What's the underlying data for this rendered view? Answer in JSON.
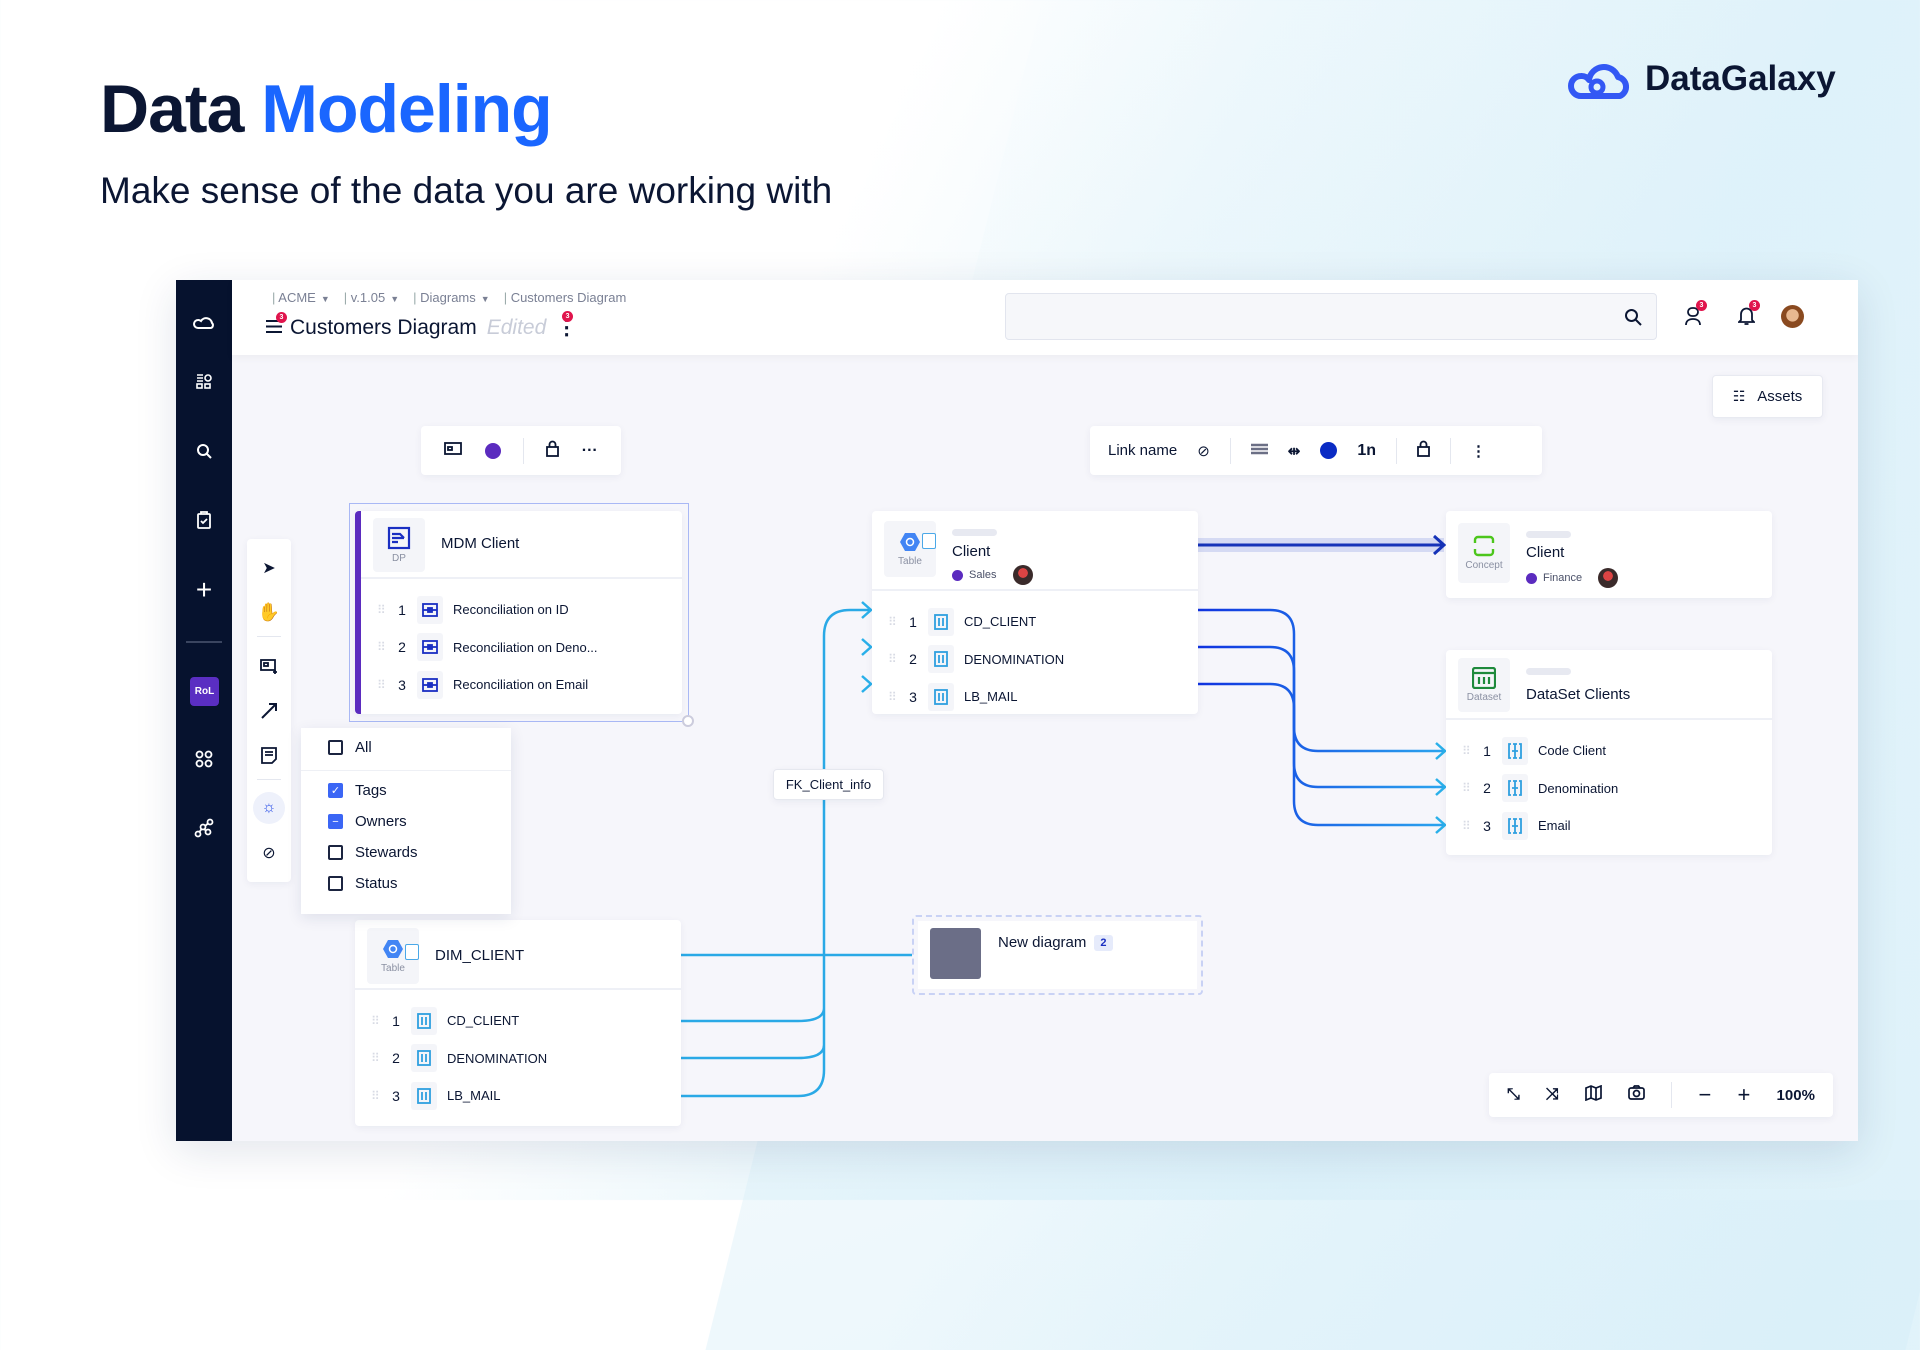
{
  "hero": {
    "title_a": "Data",
    "title_b": "Modeling",
    "subtitle": "Make sense of the data you are working with"
  },
  "logo": {
    "text": "DataGalaxy"
  },
  "header": {
    "breadcrumb": [
      {
        "label": "ACME"
      },
      {
        "label": "v.1.05"
      },
      {
        "label": "Diagrams"
      },
      {
        "label": "Customers Diagram"
      }
    ],
    "title": "Customers Diagram",
    "status": "Edited",
    "menu_badge": "3",
    "title_badge": "3",
    "search_placeholder": "",
    "assistant_badge": "3",
    "bell_badge": "3"
  },
  "sidebar": {
    "rol_label": "RoL"
  },
  "canvas": {
    "assets_label": "Assets",
    "node_toolbar": {
      "color": "#5b2bbf"
    },
    "link_toolbar": {
      "label": "Link name",
      "cardinality": "1n",
      "color": "#0a2bc4"
    },
    "filter": {
      "items": [
        {
          "label": "All",
          "state": "unchecked"
        },
        {
          "label": "Tags",
          "state": "checked"
        },
        {
          "label": "Owners",
          "state": "indeterminate"
        },
        {
          "label": "Stewards",
          "state": "unchecked"
        },
        {
          "label": "Status",
          "state": "unchecked"
        }
      ]
    },
    "nodes": {
      "mdm": {
        "type": "DP",
        "title": "MDM Client",
        "rows": [
          {
            "n": "1",
            "label": "Reconciliation on ID"
          },
          {
            "n": "2",
            "label": "Reconciliation on Deno..."
          },
          {
            "n": "3",
            "label": "Reconciliation on Email"
          }
        ]
      },
      "client_table": {
        "type": "Table",
        "title": "Client",
        "tag": "Sales",
        "rows": [
          {
            "n": "1",
            "label": "CD_CLIENT"
          },
          {
            "n": "2",
            "label": "DENOMINATION"
          },
          {
            "n": "3",
            "label": "LB_MAIL"
          }
        ]
      },
      "client_concept": {
        "type": "Concept",
        "title": "Client",
        "tag": "Finance"
      },
      "dataset": {
        "type": "Dataset",
        "title": "DataSet Clients",
        "rows": [
          {
            "n": "1",
            "label": "Code Client"
          },
          {
            "n": "2",
            "label": "Denomination"
          },
          {
            "n": "3",
            "label": "Email"
          }
        ]
      },
      "dim": {
        "type": "Table",
        "title": "DIM_CLIENT",
        "rows": [
          {
            "n": "1",
            "label": "CD_CLIENT"
          },
          {
            "n": "2",
            "label": "DENOMINATION"
          },
          {
            "n": "3",
            "label": "LB_MAIL"
          }
        ]
      }
    },
    "fk_label": "FK_Client_info",
    "new_diagram": {
      "label": "New diagram",
      "count": "2"
    },
    "zoom_level": "100%"
  }
}
